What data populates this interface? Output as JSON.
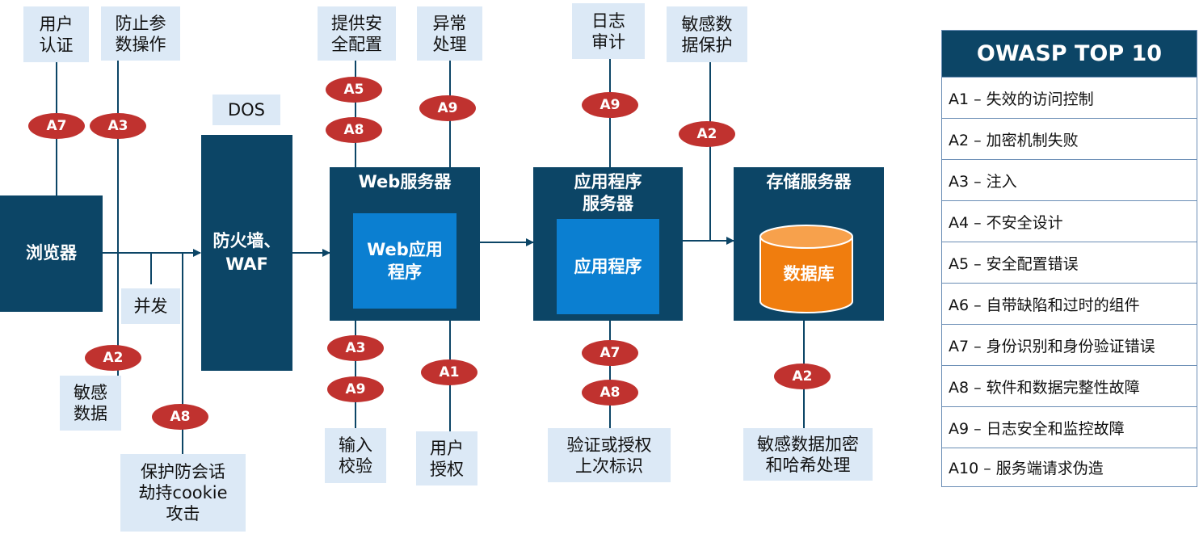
{
  "labels": {
    "user_auth": "用户\n认证",
    "param_ops": "防止参\n数操作",
    "dos": "DOS",
    "secure_config": "提供安\n全配置",
    "exception": "异常\n处理",
    "log_audit": "日志\n审计",
    "sensitive_protect": "敏感数\n据保护",
    "concurrency": "并发",
    "sensitive_data": "敏感\n数据",
    "session": "保护防会话\n劫持cookie\n攻击",
    "input_validation": "输入\n校验",
    "user_authz": "用户\n授权",
    "auth_ident": "验证或授权\n上次标识",
    "encrypt": "敏感数据加密\n和哈希处理"
  },
  "nodes": {
    "browser": "浏览器",
    "firewall": "防火墙、\nWAF",
    "web_server": "Web服务器",
    "web_app": "Web应用\n程序",
    "app_server": "应用程序\n服务器",
    "app": "应用程序",
    "storage": "存储服务器",
    "database": "数据库"
  },
  "badges": {
    "b_a7_browser": "A7",
    "b_a3_browser": "A3",
    "b_a2_browser": "A2",
    "b_a8_browser": "A8",
    "b_a5_web": "A5",
    "b_a8_web": "A8",
    "b_a9_web": "A9",
    "b_a3_web": "A3",
    "b_a9_web_bottom": "A9",
    "b_a1_web": "A1",
    "b_a9_app": "A9",
    "b_a7_app": "A7",
    "b_a8_app": "A8",
    "b_a2_storage_top": "A2",
    "b_a2_storage_bottom": "A2"
  },
  "legend": {
    "title": "OWASP TOP 10",
    "items": [
      "A1 – 失效的访问控制",
      "A2 – 加密机制失败",
      "A3 – 注入",
      "A4 –  不安全设计",
      "A5 –  安全配置错误",
      "A6 –  自带缺陷和过时的组件",
      "A7 – 身份识别和身份验证错误",
      "A8 – 软件和数据完整性故障",
      "A9 – 日志安全和监控故障",
      "A10 –  服务端请求伪造"
    ]
  },
  "colors": {
    "node": "#0c4566",
    "inner": "#0b7fd1",
    "badge": "#c0322f",
    "label_bg": "#dce9f6",
    "database": "#f07d0e"
  }
}
